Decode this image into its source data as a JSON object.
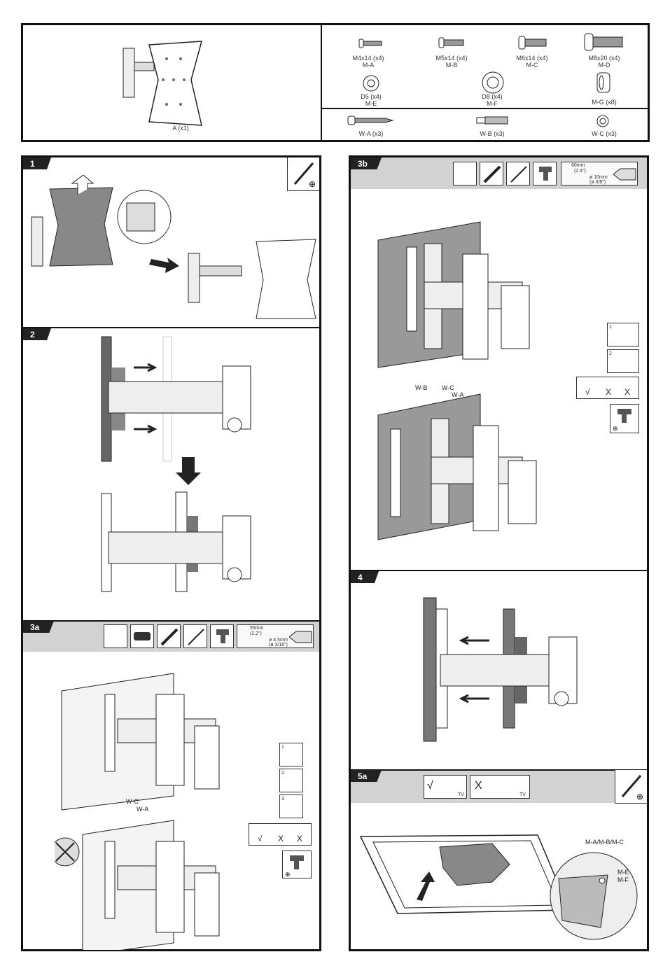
{
  "parts": {
    "mount": "A (x1)",
    "items": [
      {
        "size": "M4x14 (x4)",
        "code": "M-A"
      },
      {
        "size": "M5x14 (x4)",
        "code": "M-B"
      },
      {
        "size": "M6x14 (x4)",
        "code": "M-C"
      },
      {
        "size": "M8x20 (x4)",
        "code": "M-D"
      },
      {
        "size": "D5 (x4)",
        "code": "M-E"
      },
      {
        "size": "D8 (x4)",
        "code": "M-F"
      },
      {
        "size": "",
        "code": "M-G (x8)"
      }
    ],
    "wall": [
      "W-A (x3)",
      "W-B (x3)",
      "W-C (x3)"
    ]
  },
  "steps": {
    "s1": "1",
    "s2": "2",
    "s3a": "3a",
    "s3b": "3b",
    "s4": "4",
    "s5a": "5a"
  },
  "s3a": {
    "depth": "55mm",
    "depth_in": "(2.2\")",
    "dia": "ø 4.5mm",
    "dia_in": "(ø 3/16\")",
    "wc": "W-C",
    "wa": "W-A",
    "n1": "1",
    "n2": "2",
    "n3": "3",
    "ok": "√",
    "x1": "X",
    "x2": "X"
  },
  "s3b": {
    "depth": "60mm",
    "depth_in": "(2.4\")",
    "dia": "ø 10mm",
    "dia_in": "(ø 3/8\")",
    "wb": "W-B",
    "wc": "W-C",
    "wa": "W-A",
    "n1": "1",
    "n2": "2",
    "ok": "√",
    "x1": "X",
    "x2": "X"
  },
  "s5a": {
    "screws": "M-A/M-B/M-C",
    "me": "M-E",
    "mf": "M-F",
    "ok": "√",
    "x": "X",
    "tv1": "TV",
    "tv2": "TV"
  }
}
